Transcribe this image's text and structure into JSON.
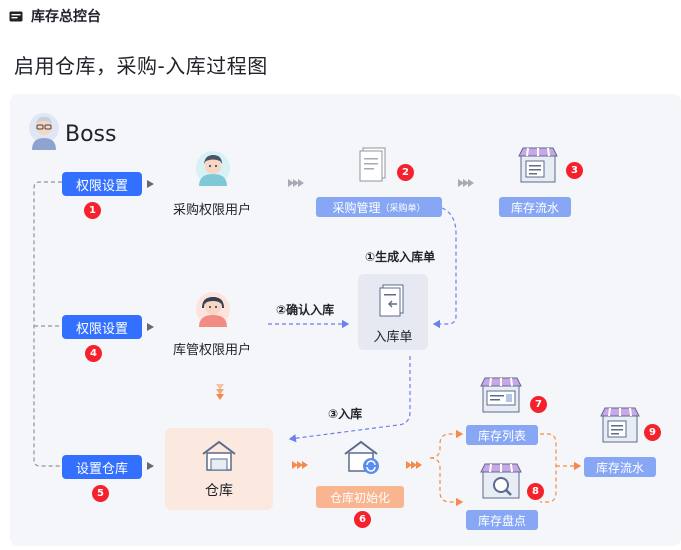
{
  "header": {
    "title": "库存总控台"
  },
  "page_title": "启用仓库，采购-入库过程图",
  "boss": {
    "label": "Boss"
  },
  "steps": {
    "perm_setting_1": "权限设置",
    "perm_setting_4": "权限设置",
    "set_warehouse_5": "设置仓库",
    "purchase_mgmt_main": "采购管理",
    "purchase_mgmt_sub": "（采购单）",
    "stock_flow_3": "库存流水",
    "stock_flow_9": "库存流水",
    "warehouse_init_6": "仓库初始化",
    "stock_list_7": "库存列表",
    "stock_check_8": "库存盘点"
  },
  "labels": {
    "purchase_user": "采购权限用户",
    "warehouse_user": "库管权限用户",
    "inbound_order": "入库单",
    "warehouse": "仓库",
    "gen_inbound": "①生成入库单",
    "confirm_inbound": "②确认入库",
    "do_inbound": "③入库"
  },
  "badges": {
    "b1": "1",
    "b2": "2",
    "b3": "3",
    "b4": "4",
    "b5": "5",
    "b6": "6",
    "b7": "7",
    "b8": "8",
    "b9": "9"
  },
  "colors": {
    "primary": "#3370ff",
    "primary_light": "#87a7f5",
    "orange": "#f8b58f",
    "badge": "#f5222d",
    "canvas": "#f4f6f9"
  },
  "icons": {
    "boss_avatar": "boss-avatar-icon",
    "purchase_user": "female-user-avatar-icon",
    "warehouse_user": "male-user-avatar-icon",
    "purchase_doc": "document-icon",
    "inbound_doc": "inbound-document-icon",
    "store": "store-icon",
    "warehouse": "house-icon",
    "warehouse_init": "house-refresh-icon",
    "stock_check": "store-magnifier-icon"
  }
}
